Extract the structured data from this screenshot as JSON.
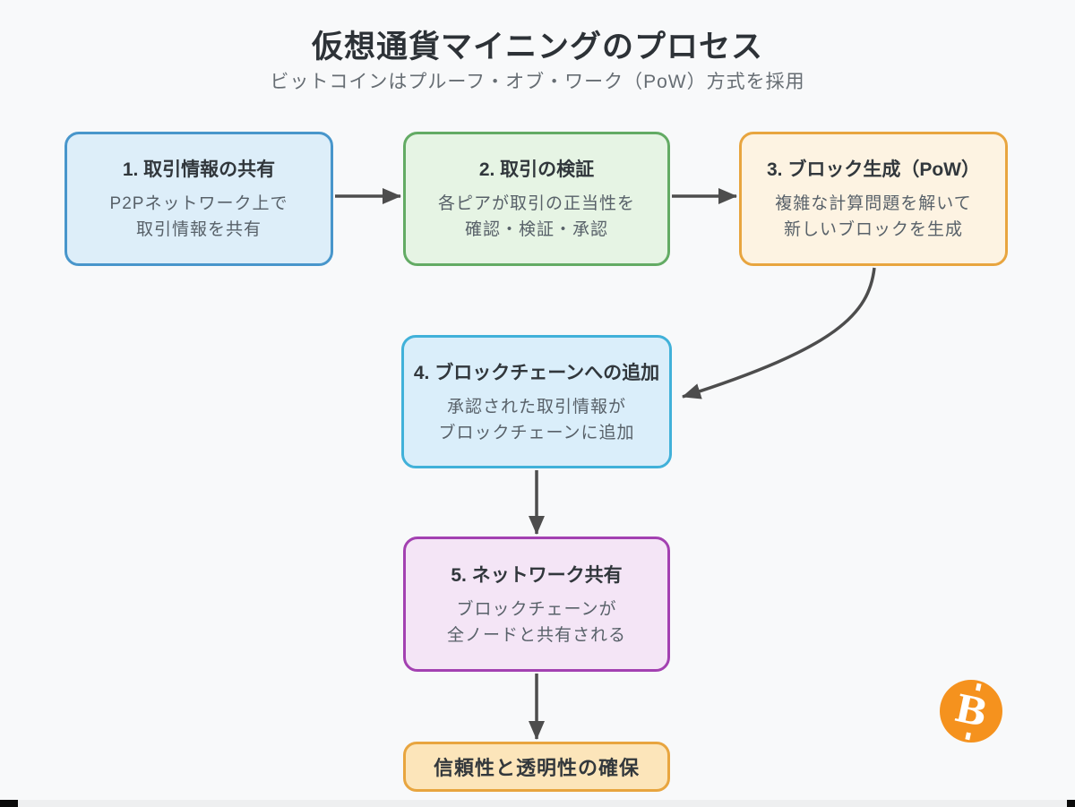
{
  "header": {
    "title": "仮想通貨マイニングのプロセス",
    "subtitle": "ビットコインはプルーフ・オブ・ワーク（PoW）方式を採用"
  },
  "steps": [
    {
      "title": "1. 取引情報の共有",
      "line1": "P2Pネットワーク上で",
      "line2": "取引情報を共有",
      "fill": "#ddeef9",
      "border": "#4896cb"
    },
    {
      "title": "2. 取引の検証",
      "line1": "各ピアが取引の正当性を",
      "line2": "確認・検証・承認",
      "fill": "#e6f4e4",
      "border": "#63ab64"
    },
    {
      "title": "3. ブロック生成（PoW）",
      "line1": "複雑な計算問題を解いて",
      "line2": "新しいブロックを生成",
      "fill": "#fdf3e2",
      "border": "#e8a53f"
    },
    {
      "title": "4. ブロックチェーンへの追加",
      "line1": "承認された取引情報が",
      "line2": "ブロックチェーンに追加",
      "fill": "#daeefa",
      "border": "#41b1d9"
    },
    {
      "title": "5. ネットワーク共有",
      "line1": "ブロックチェーンが",
      "line2": "全ノードと共有される",
      "fill": "#f4e5f6",
      "border": "#a341b1"
    }
  ],
  "result": {
    "label": "信頼性と透明性の確保",
    "fill": "#fce5ba",
    "border": "#e8a53f"
  },
  "bitcoin_icon": {
    "symbol": "B",
    "background": "#f5921e",
    "foreground": "#ffffff"
  },
  "colors": {
    "background": "#f8f9fa",
    "text_primary": "#2d3237",
    "text_secondary": "#666d73",
    "arrow": "#4d4d4d"
  }
}
